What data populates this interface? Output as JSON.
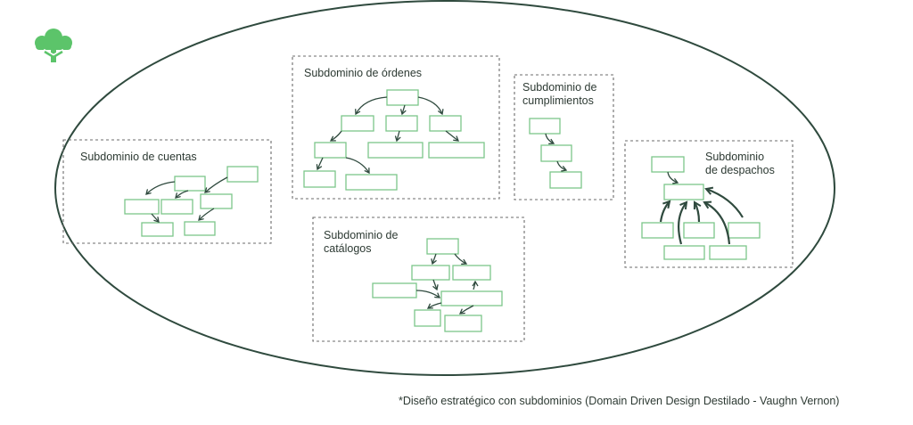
{
  "logo": {
    "icon": "tree-cloud-logo-icon",
    "color": "#5cc46a"
  },
  "colors": {
    "domain_outline": "#2f4a3e",
    "entity_border": "#7cc78a",
    "arrow": "#2f4a3e",
    "subdomain_border": "#6b6b6b"
  },
  "subdomains": {
    "ordenes": {
      "title": "Subdominio de órdenes"
    },
    "cumplimientos": {
      "title_line1": "Subdominio de",
      "title_line2": "cumplimientos"
    },
    "cuentas": {
      "title": "Subdominio de cuentas"
    },
    "despachos": {
      "title_line1": "Subdominio",
      "title_line2": "de despachos"
    },
    "catalogos": {
      "title_line1": "Subdominio de",
      "title_line2": "catálogos"
    }
  },
  "caption": "*Diseño estratégico con subdominios (Domain Driven Design Destilado - Vaughn Vernon)"
}
